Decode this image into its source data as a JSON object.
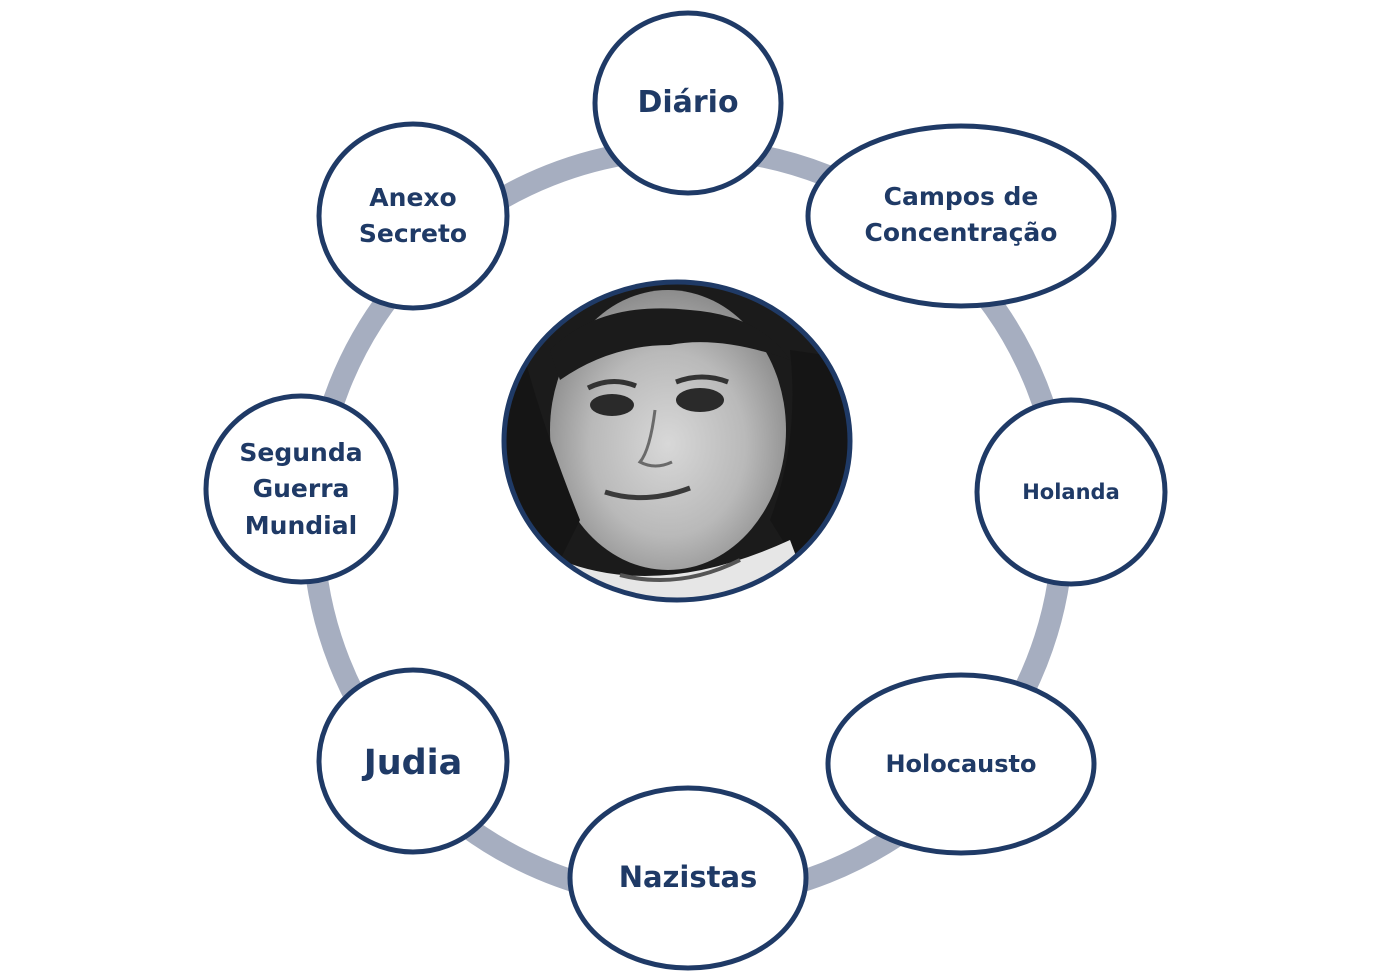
{
  "diagram": {
    "center": {
      "image": "portrait-photo"
    },
    "nodes": [
      {
        "id": "diario",
        "lines": [
          "Diário"
        ]
      },
      {
        "id": "campos",
        "lines": [
          "Campos de",
          "Concentração"
        ]
      },
      {
        "id": "holanda",
        "lines": [
          "Holanda"
        ]
      },
      {
        "id": "holocausto",
        "lines": [
          "Holocausto"
        ]
      },
      {
        "id": "nazistas",
        "lines": [
          "Nazistas"
        ]
      },
      {
        "id": "judia",
        "lines": [
          "Judia"
        ]
      },
      {
        "id": "segunda-guerra",
        "lines": [
          "Segunda",
          "Guerra",
          "Mundial"
        ]
      },
      {
        "id": "anexo",
        "lines": [
          "Anexo",
          "Secreto"
        ]
      }
    ],
    "colors": {
      "node_border": "#1f3a66",
      "node_fill": "#ffffff",
      "ring": "#a6aec0",
      "text": "#1f3a66"
    }
  }
}
